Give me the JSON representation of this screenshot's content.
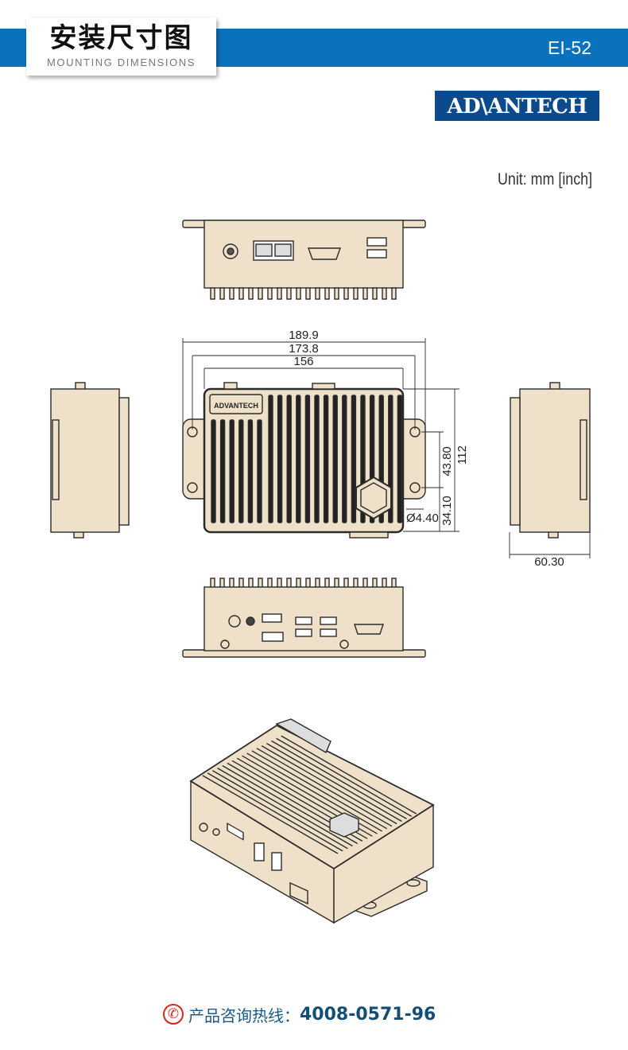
{
  "header": {
    "title_cn": "安装尺寸图",
    "title_en": "MOUNTING DIMENSIONS",
    "model": "EI-52",
    "brand_logo": "ADVANTECH",
    "colors": {
      "band": "#0a72bd",
      "logo_bg": "#0b4a8c",
      "device_fill": "#efe1c9",
      "outline": "#2b2b2b"
    }
  },
  "unit_label": "Unit: mm [inch]",
  "dimensions": {
    "overall_width": "189.9",
    "hole_spacing_width": "173.8",
    "body_width": "156",
    "height": "112",
    "hole_spacing_height": "43.80",
    "hole_offset": "34.10",
    "hole_diameter": "Ø4.40",
    "depth": "60.30"
  },
  "footer": {
    "icon": "phone-icon",
    "hotline_label": "产品咨询热线：",
    "hotline_number": "4008-0571-96"
  }
}
